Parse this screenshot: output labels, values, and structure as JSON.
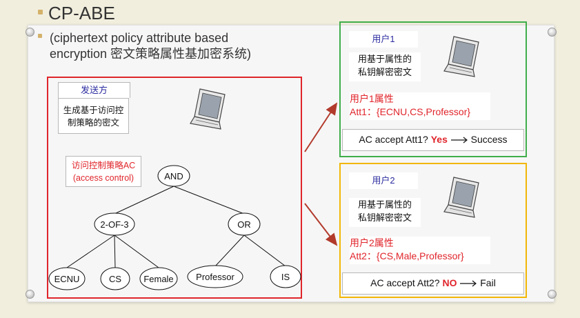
{
  "slide": {
    "title": "CP-ABE",
    "subtitle_line1": "(ciphertext policy attribute based",
    "subtitle_line2": "encryption 密文策略属性基加密系统)"
  },
  "sender": {
    "label": "发送方",
    "desc_line1": "生成基于访问控",
    "desc_line2": "制策略的密文"
  },
  "access_control": {
    "label_line1": "访问控制策略AC",
    "label_line2": "(access control)"
  },
  "policy_tree": {
    "root": "AND",
    "left": "2-OF-3",
    "right": "OR",
    "left_children": [
      "ECNU",
      "CS",
      "Female"
    ],
    "right_children": [
      "Professor",
      "IS"
    ]
  },
  "user1": {
    "title": "用户1",
    "desc_line1": "用基于属性的",
    "desc_line2": "私钥解密密文",
    "attr_title": "用户1属性",
    "attr_value": "Att1：{ECNU,CS,Professor}",
    "check_text": "AC accept Att1?",
    "result": "Yes",
    "outcome": "Success"
  },
  "user2": {
    "title": "用户2",
    "desc_line1": "用基于属性的",
    "desc_line2": "私钥解密密文",
    "attr_title": "用户2属性",
    "attr_value": "Att2：{CS,Male,Professor}",
    "check_text": "AC accept Att2?",
    "result": "NO",
    "outcome": "Fail"
  },
  "colors": {
    "background": "#f1eede",
    "sender_frame": "#e0242a",
    "user1_frame": "#3fae4a",
    "user2_frame": "#f2b705",
    "highlight_text": "#e0242a",
    "label_text": "#2b2ba0"
  },
  "icons": [
    "laptop-icon",
    "arrow-right-icon",
    "pushpin-icon"
  ]
}
